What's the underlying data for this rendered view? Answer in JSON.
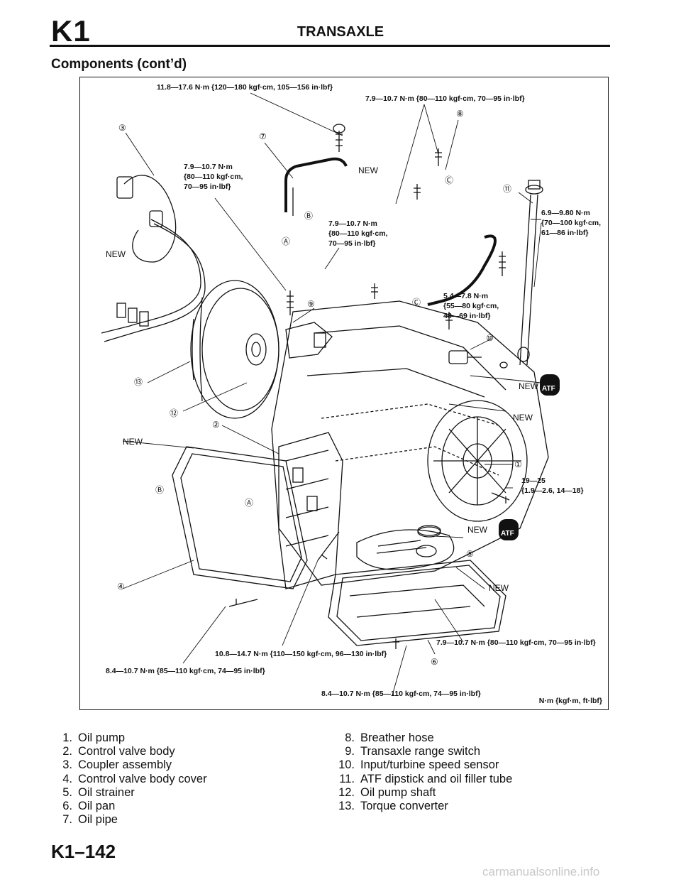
{
  "header": {
    "section_code": "K1",
    "section_title": "TRANSAXLE"
  },
  "subtitle": "Components (cont’d)",
  "figure": {
    "torques": {
      "t_top": "11.8—17.6 N·m {120—180 kgf·cm, 105—156 in·lbf}",
      "t_topright": "7.9—10.7 N·m {80—110 kgf·cm, 70—95 in·lbf}",
      "t_left_l1": "7.9—10.7 N·m",
      "t_left_l2": "{80—110 kgf·cm,",
      "t_left_l3": "70—95 in·lbf}",
      "t_mid_l1": "7.9—10.7 N·m",
      "t_mid_l2": "{80—110 kgf·cm,",
      "t_mid_l3": "70—95 in·lbf}",
      "t_right_l1": "6.9—9.80 N·m",
      "t_right_l2": "{70—100 kgf·cm,",
      "t_right_l3": "61—86 in·lbf}",
      "t_sensor_l1": "5.4—7.8 N·m",
      "t_sensor_l2": "{55—80 kgf·cm,",
      "t_sensor_l3": "48—69 in·lbf}",
      "t_pump_l1": "19—25",
      "t_pump_l2": "{1.9—2.6, 14—18}",
      "t_pan": "7.9—10.7 N·m {80—110 kgf·cm, 70—95 in·lbf}",
      "t_cover": "10.8—14.7 N·m {110—150 kgf·cm, 96—130 in·lbf}",
      "t_bottomleft": "8.4—10.7 N·m {85—110 kgf·cm, 74—95 in·lbf}",
      "t_bottom": "8.4—10.7 N·m {85—110 kgf·cm, 74—95 in·lbf}"
    },
    "new": "NEW",
    "atf": "ATF",
    "letters": {
      "a": "A",
      "b": "B",
      "c": "C"
    },
    "callouts": [
      "1",
      "2",
      "3",
      "4",
      "5",
      "6",
      "7",
      "8",
      "9",
      "10",
      "11",
      "12",
      "13"
    ],
    "units_note": "N·m {kgf·m, ft·lbf}"
  },
  "legend_left": [
    {
      "n": "1.",
      "label": "Oil pump"
    },
    {
      "n": "2.",
      "label": "Control valve body"
    },
    {
      "n": "3.",
      "label": "Coupler assembly"
    },
    {
      "n": "4.",
      "label": "Control valve body cover"
    },
    {
      "n": "5.",
      "label": "Oil strainer"
    },
    {
      "n": "6.",
      "label": "Oil pan"
    },
    {
      "n": "7.",
      "label": "Oil pipe"
    }
  ],
  "legend_right": [
    {
      "n": "8.",
      "label": "Breather hose"
    },
    {
      "n": "9.",
      "label": "Transaxle range switch"
    },
    {
      "n": "10.",
      "label": "Input/turbine speed sensor"
    },
    {
      "n": "11.",
      "label": "ATF dipstick and oil filler tube"
    },
    {
      "n": "12.",
      "label": "Oil pump shaft"
    },
    {
      "n": "13.",
      "label": "Torque converter"
    }
  ],
  "footer": {
    "page_number": "K1–142",
    "watermark": "carmanualsonline.info"
  }
}
